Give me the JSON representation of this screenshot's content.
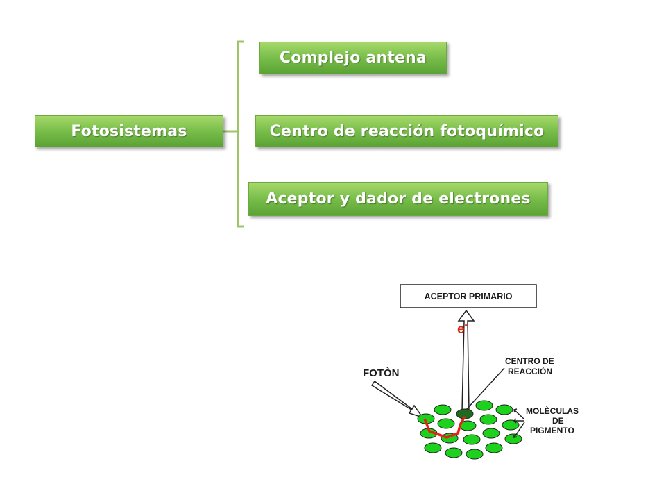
{
  "concept_map": {
    "root": "Fotosistemas",
    "children": [
      "Complejo antena",
      "Centro de reacción fotoquímico",
      "Aceptor y dador de electrones"
    ]
  },
  "illustration": {
    "aceptor_label": "ACEPTOR PRIMARIO",
    "electron_label": "e",
    "electron_sup": "-",
    "foton_label": "FOTÒN",
    "centro_label_line1": "CENTRO DE",
    "centro_label_line2": "REACCIÒN",
    "moleculas_line1": "MOLÈCULAS",
    "moleculas_line2": "DE",
    "moleculas_line3": "PIGMENTO",
    "colors": {
      "pigment": "#1dd21d",
      "reaction_center": "#1f6a1f",
      "electron_path": "#e8201a",
      "electron_text": "#d42a1a",
      "bracket": "#9dc567"
    }
  }
}
